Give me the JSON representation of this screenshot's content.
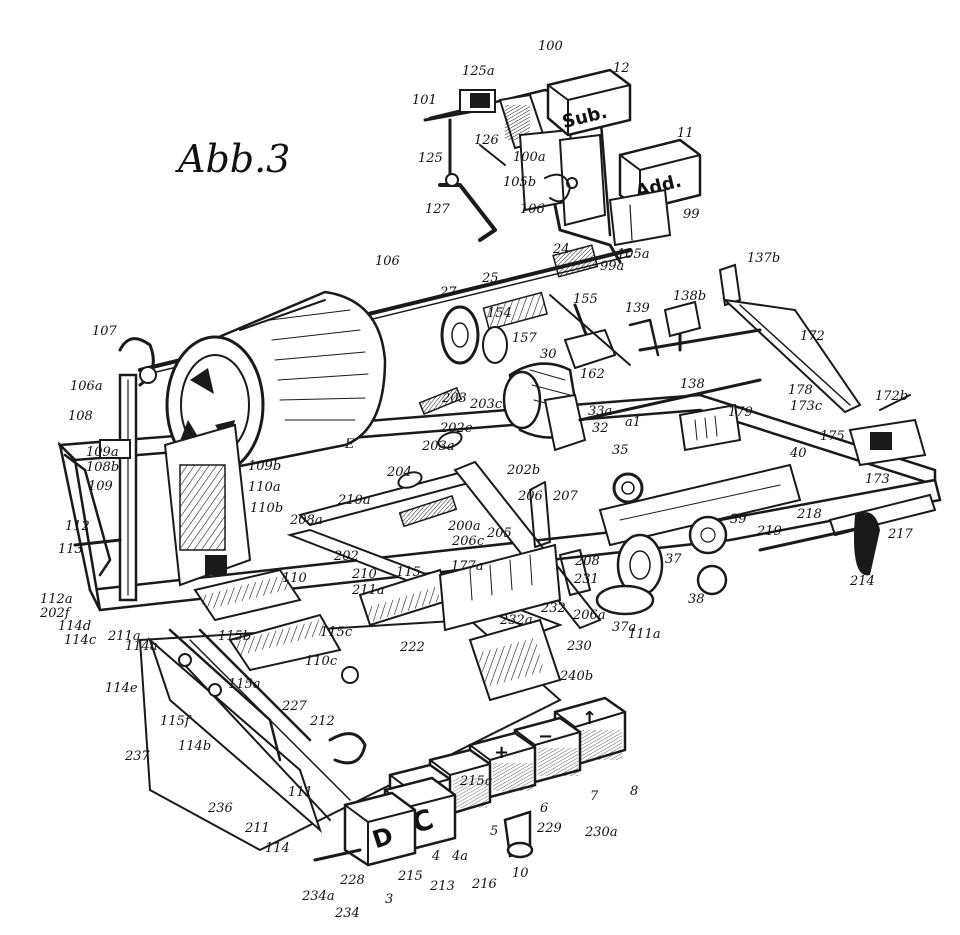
{
  "figure": {
    "title": "Abb.3",
    "keys": {
      "sub": "Sub.",
      "add": "Add.",
      "d": "D",
      "c": "C",
      "plus": "+",
      "minus": "−",
      "arrow": "↑"
    },
    "labels": [
      "100",
      "12",
      "125a",
      "101",
      "126",
      "125",
      "100a",
      "105b",
      "11",
      "127",
      "106",
      "99",
      "105a",
      "99a",
      "24",
      "25",
      "106",
      "27",
      "154",
      "155",
      "139",
      "138b",
      "137b",
      "107",
      "157",
      "30",
      "162",
      "172",
      "138",
      "106a",
      "108",
      "33a",
      "a1",
      "32",
      "179",
      "178",
      "173c",
      "172b",
      "109a",
      "108b",
      "109",
      "E",
      "109b",
      "203",
      "203c",
      "202e",
      "203a",
      "175",
      "173",
      "202b",
      "35",
      "40",
      "112",
      "110a",
      "110b",
      "208a",
      "210a",
      "204",
      "206",
      "205",
      "207",
      "113",
      "202",
      "200a",
      "206c",
      "39",
      "219",
      "218",
      "217",
      "112a",
      "202f",
      "114d",
      "110",
      "210",
      "211a",
      "115",
      "177a",
      "208",
      "37",
      "214",
      "114c",
      "211a",
      "115c",
      "231",
      "206a",
      "232",
      "38",
      "37a",
      "114a",
      "115b",
      "110c",
      "222",
      "232a",
      "230",
      "111a",
      "114e",
      "115a",
      "240b",
      "115f",
      "227",
      "212",
      "237",
      "114b",
      "236",
      "211",
      "111",
      "114",
      "215a",
      "8",
      "229",
      "7",
      "230a",
      "6",
      "5",
      "4",
      "4a",
      "213",
      "216",
      "215",
      "234a",
      "234",
      "228",
      "3",
      "10"
    ]
  }
}
